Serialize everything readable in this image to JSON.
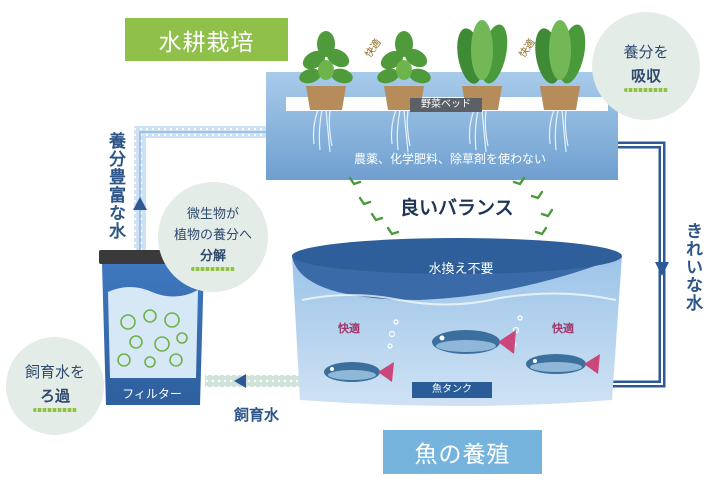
{
  "titles": {
    "hydroponics": "水耕栽培",
    "fish_farming": "魚の養殖"
  },
  "plant_bed": {
    "bed_label": "野菜ベッド",
    "no_chemicals": "農薬、化学肥料、除草剤を使わない",
    "comfort_left": "快適",
    "comfort_right": "快適"
  },
  "absorb_bubble": {
    "line1": "養分を",
    "line2": "吸収"
  },
  "balance": "良いバランス",
  "left_vertical": "養分豊富な水",
  "right_vertical": "きれいな水",
  "microbe_bubble": {
    "line1": "微生物が",
    "line2": "植物の養分へ",
    "line3": "分解"
  },
  "filter": {
    "label": "フィルター"
  },
  "filter_bubble": {
    "line1": "飼育水を",
    "line2": "ろ過"
  },
  "tank": {
    "no_water_change": "水換え不要",
    "label": "魚タンク",
    "comfort_left": "快適",
    "comfort_right": "快適"
  },
  "breeding_water": "飼育水",
  "colors": {
    "green_title": "#8fc04a",
    "blue_title": "#77b4dd",
    "tank_dark": "#2f5f9a",
    "pipe_dark": "#2d5a97",
    "pipe_light": "#bcd7ef"
  }
}
